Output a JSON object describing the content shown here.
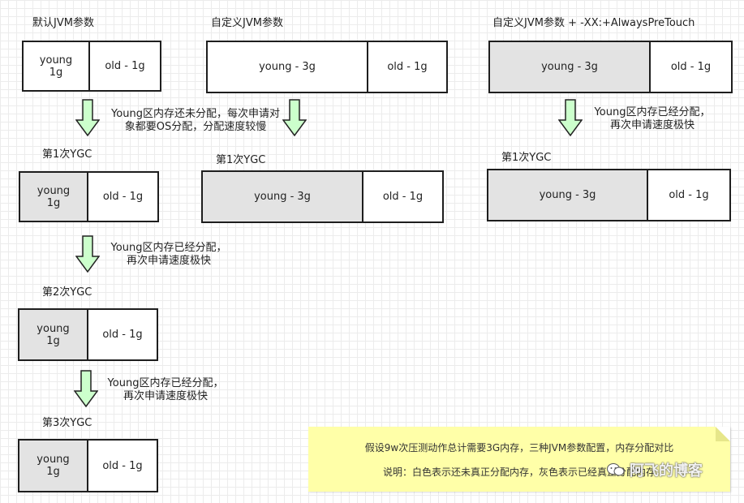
{
  "columns": [
    {
      "heading": "默认JVM参数",
      "initial": {
        "young": "young\n1g",
        "old": "old - 1g",
        "young_fill": "white"
      },
      "first_note": "Young区内存还未分配，每次申请对\n象都要OS分配，分配速度较慢",
      "stages": [
        {
          "label": "第1次YGC",
          "young": "young\n1g",
          "old": "old - 1g",
          "young_fill": "gray"
        },
        {
          "label": "第2次YGC",
          "young": "young\n1g",
          "old": "old - 1g",
          "young_fill": "gray"
        },
        {
          "label": "第3次YGC",
          "young": "young\n1g",
          "old": "old - 1g",
          "young_fill": "gray"
        }
      ],
      "between_notes": [
        "Young区内存已经分配，\n再次申请速度极快",
        "Young区内存已经分配，\n再次申请速度极快"
      ]
    },
    {
      "heading": "自定义JVM参数",
      "initial": {
        "young": "young - 3g",
        "old": "old - 1g",
        "young_fill": "white"
      },
      "stages": [
        {
          "label": "第1次YGC",
          "young": "young - 3g",
          "old": "old - 1g",
          "young_fill": "gray"
        }
      ]
    },
    {
      "heading": "自定义JVM参数 + -XX:+AlwaysPreTouch",
      "initial": {
        "young": "young - 3g",
        "old": "old - 1g",
        "young_fill": "gray"
      },
      "first_note": "Young区内存已经分配，\n再次申请速度极快",
      "stages": [
        {
          "label": "第1次YGC",
          "young": "young - 3g",
          "old": "old - 1g",
          "young_fill": "gray"
        }
      ]
    }
  ],
  "note": {
    "line1": "假设9w次压测动作总计需要3G内存，三种JVM参数配置，内存分配对比",
    "line2": "说明：白色表示还未真正分配内存，灰色表示已经真正分配内存"
  },
  "watermark": "阿飞的博客",
  "colors": {
    "arrow_fill": "#ccffcc",
    "arrow_stroke": "#222222",
    "allocated_fill": "#e3e3e3",
    "unallocated_fill": "#ffffff",
    "note_fill": "#ffffa8"
  }
}
